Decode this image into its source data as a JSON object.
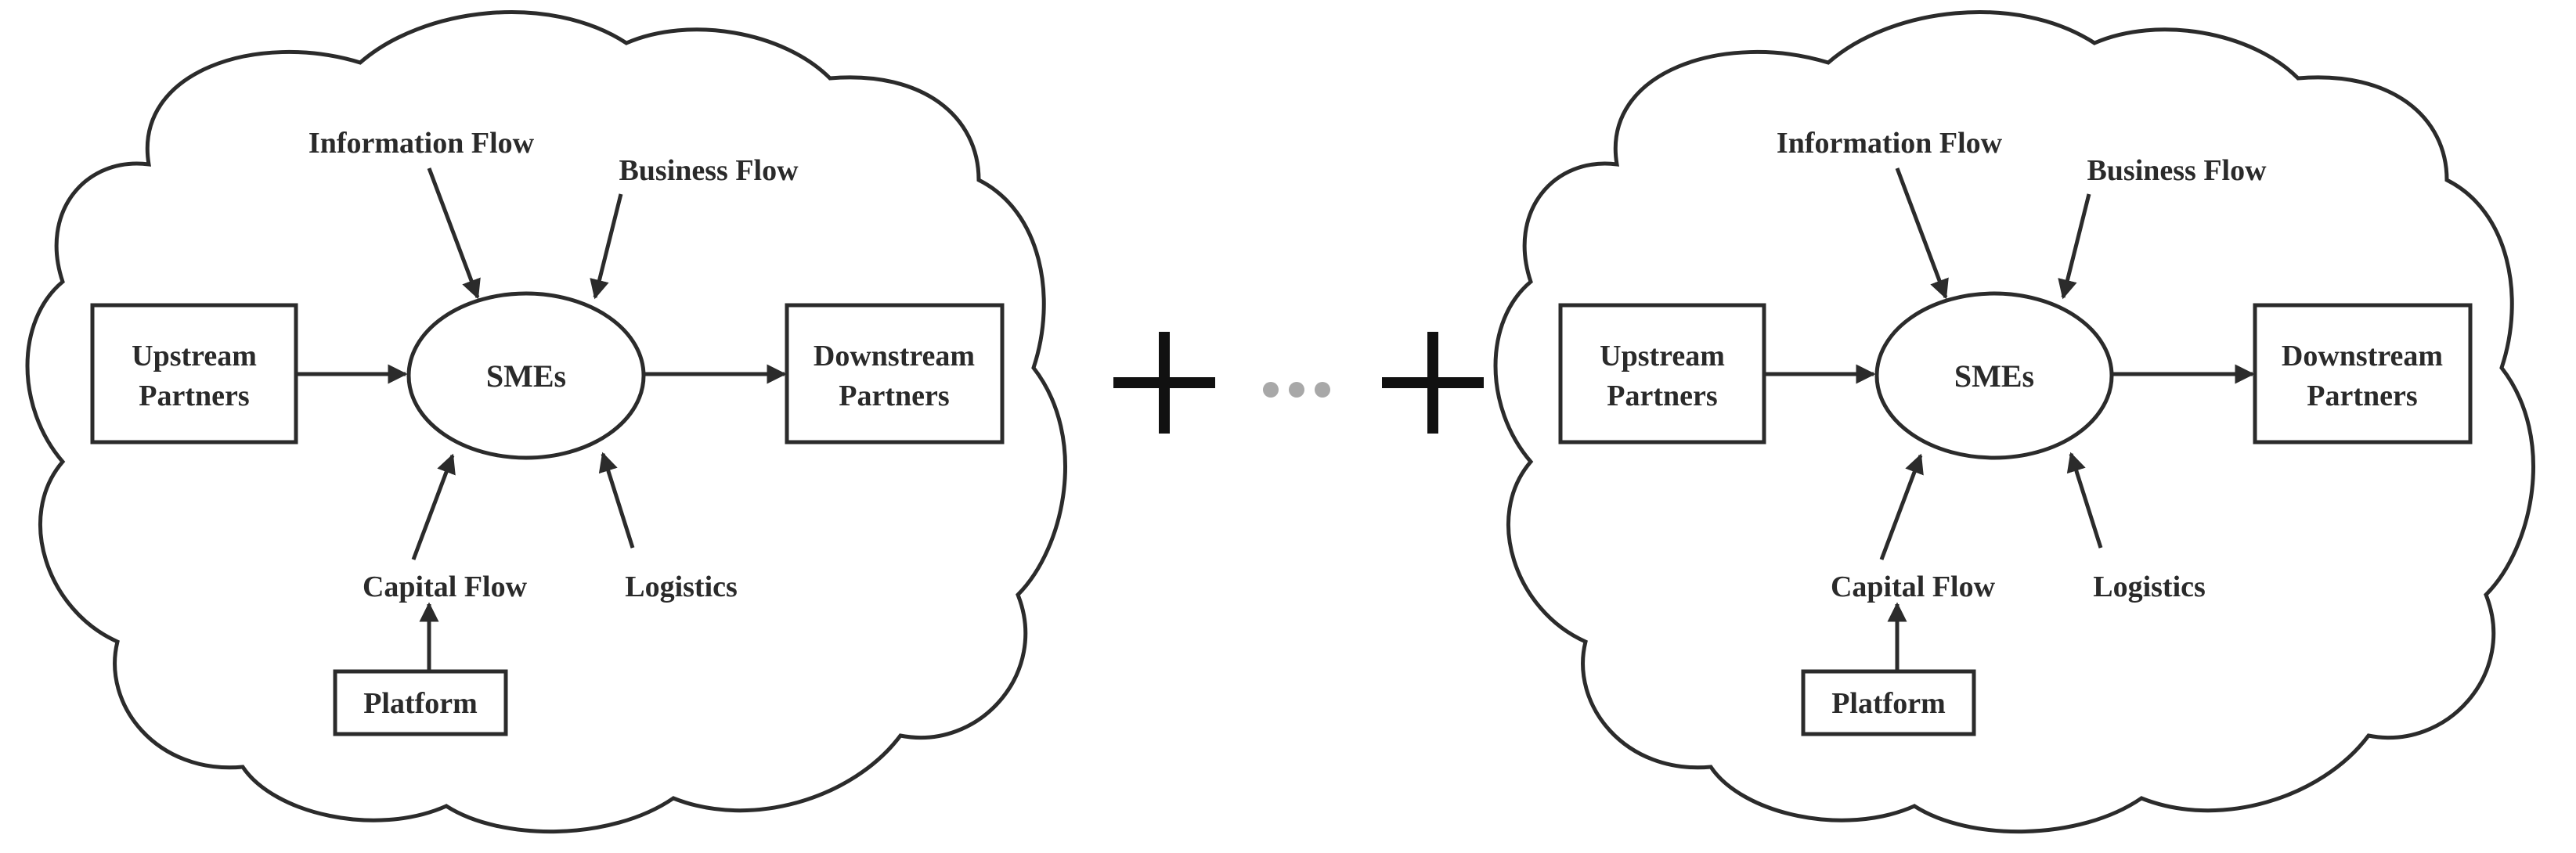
{
  "panels": [
    {
      "upstream": {
        "line1": "Upstream",
        "line2": "Partners"
      },
      "smes": "SMEs",
      "downstream": {
        "line1": "Downstream",
        "line2": "Partners"
      },
      "information_flow": "Information Flow",
      "business_flow": "Business Flow",
      "capital_flow": "Capital Flow",
      "logistics": "Logistics",
      "platform": "Platform"
    },
    {
      "upstream": {
        "line1": "Upstream",
        "line2": "Partners"
      },
      "smes": "SMEs",
      "downstream": {
        "line1": "Downstream",
        "line2": "Partners"
      },
      "information_flow": "Information Flow",
      "business_flow": "Business Flow",
      "capital_flow": "Capital Flow",
      "logistics": "Logistics",
      "platform": "Platform"
    }
  ],
  "colors": {
    "stroke": "#2b2b2b",
    "plus": "#111111",
    "ellipsis": "#a8a8a8"
  }
}
